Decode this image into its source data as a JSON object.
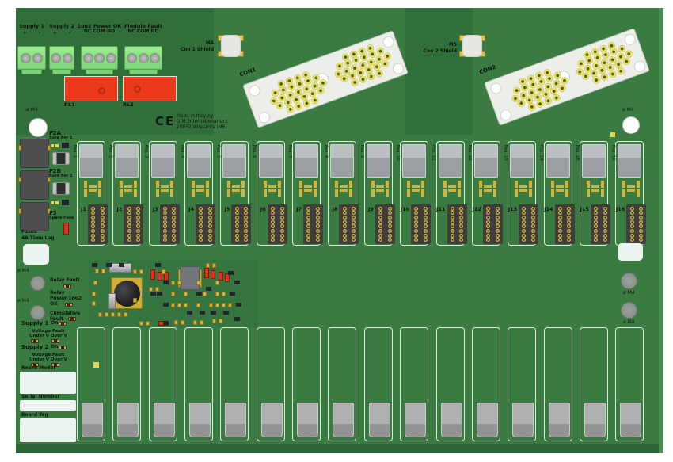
{
  "board": {
    "power_terminals": [
      {
        "name": "Supply 1",
        "pins": "+ -"
      },
      {
        "name": "Supply 2",
        "pins": "+ -"
      },
      {
        "name": "1oo2 Power OK",
        "pins": "NC COM NO"
      },
      {
        "name": "Module Fault",
        "pins": "NC COM NO"
      }
    ],
    "relays": [
      {
        "label": "RL1"
      },
      {
        "label": "RL2"
      }
    ],
    "ce": {
      "mark": "CE",
      "lines": [
        "Made in Italy by",
        "G.M. International s.r.l.",
        "20852 Villasanta (MB)"
      ]
    },
    "shield_terminals": [
      {
        "ref": "M4",
        "label": "Con 1 Shield"
      },
      {
        "ref": "M5",
        "label": "Con 2 Shield"
      }
    ],
    "connectors": [
      {
        "label": "CON1"
      },
      {
        "label": "CON2"
      }
    ],
    "fuse_area": {
      "f2a_ref": "F2A",
      "f2a_label": "Fuse Per 1",
      "f2b_ref": "F2B",
      "f2b_label": "Fuse Per 2",
      "f3_ref": "F3",
      "f3_label": "Spare Fuse",
      "rating_line1": "Fuses",
      "rating_line2": "4A Time Lag"
    },
    "mounting_hole_label": "ø M4",
    "slots": {
      "positions": [
        "Pos. 1",
        "Pos. 2",
        "Pos. 3",
        "Pos. 4",
        "Pos. 5",
        "Pos. 6",
        "Pos. 7",
        "Pos. 8",
        "Pos. 9",
        "Pos. 10",
        "Pos. 11",
        "Pos. 12",
        "Pos. 13",
        "Pos. 14",
        "Pos. 15",
        "Pos. 16"
      ],
      "jacks": [
        "J1",
        "J2",
        "J3",
        "J4",
        "J5",
        "J6",
        "J7",
        "J8",
        "J9",
        "J10",
        "J11",
        "J12",
        "J13",
        "J14",
        "J15",
        "J16"
      ]
    },
    "status_leds": {
      "relay_fault": "Relay Fault",
      "relay_power_line1": "Relay",
      "relay_power_line2": "Power 1oo2",
      "relay_power_line3": "OK",
      "cumulative_line1": "Cumulative",
      "cumulative_line2": "Fault"
    },
    "supply_monitors": [
      {
        "name": "Supply 1",
        "on": "On",
        "fault": "Voltage Fault",
        "under": "Under V",
        "over": "Over V"
      },
      {
        "name": "Supply 2",
        "on": "On",
        "fault": "Voltage Fault",
        "under": "Under V",
        "over": "Over V"
      }
    ],
    "id_fields": {
      "board_model": "Board Model",
      "serial_number": "Serial Number",
      "board_tag": "Board Tag"
    },
    "colors": {
      "board_green": "#3a7b42",
      "board_green_dark": "#316f3a",
      "relay_orange": "#ea3a1b",
      "terminal_green": "#8ce283",
      "pad_gold": "#d2b23a",
      "silkscreen_black": "#0e150e"
    }
  }
}
